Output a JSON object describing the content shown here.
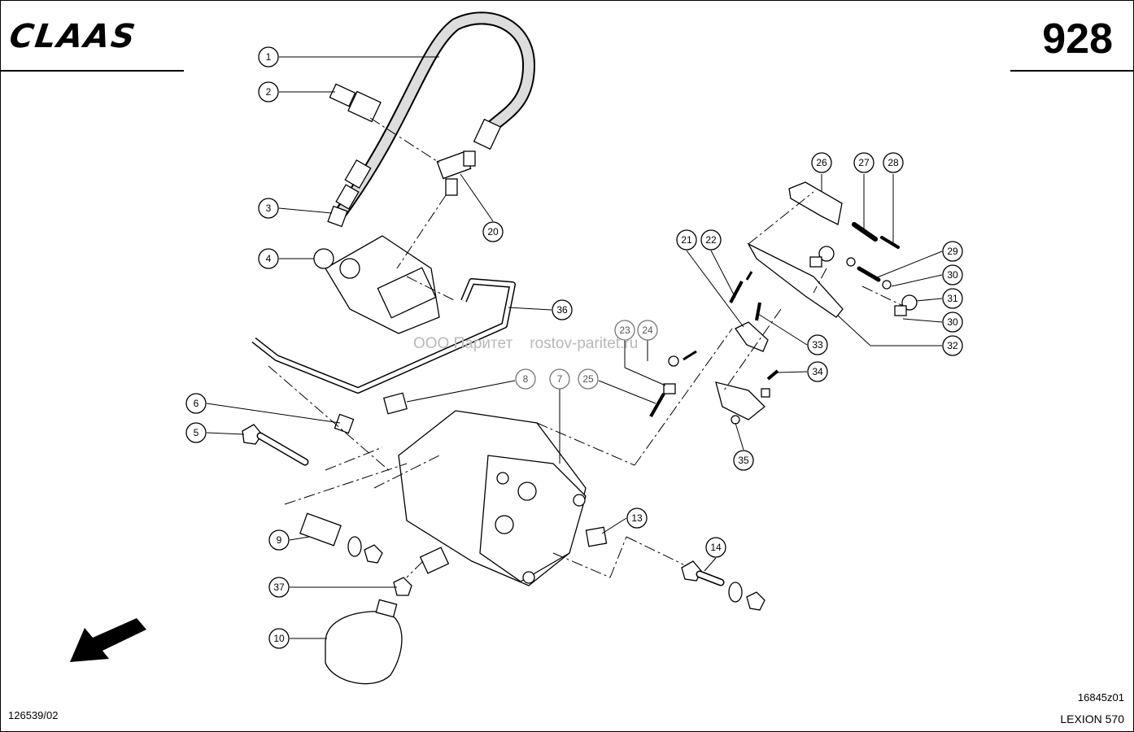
{
  "header": {
    "brand": "CLAAS",
    "page_number": "928"
  },
  "footer": {
    "document_number": "126539/02",
    "drawing_code": "16845z01",
    "model": "LEXION 570"
  },
  "watermark": {
    "text": "ООО Паритет    rostov-paritet.ru"
  },
  "callouts": [
    "1",
    "2",
    "3",
    "4",
    "5",
    "6",
    "7",
    "8",
    "9",
    "10",
    "13",
    "14",
    "20",
    "21",
    "22",
    "23",
    "24",
    "25",
    "26",
    "27",
    "28",
    "29",
    "30",
    "30",
    "31",
    "32",
    "33",
    "34",
    "35",
    "36",
    "37"
  ]
}
